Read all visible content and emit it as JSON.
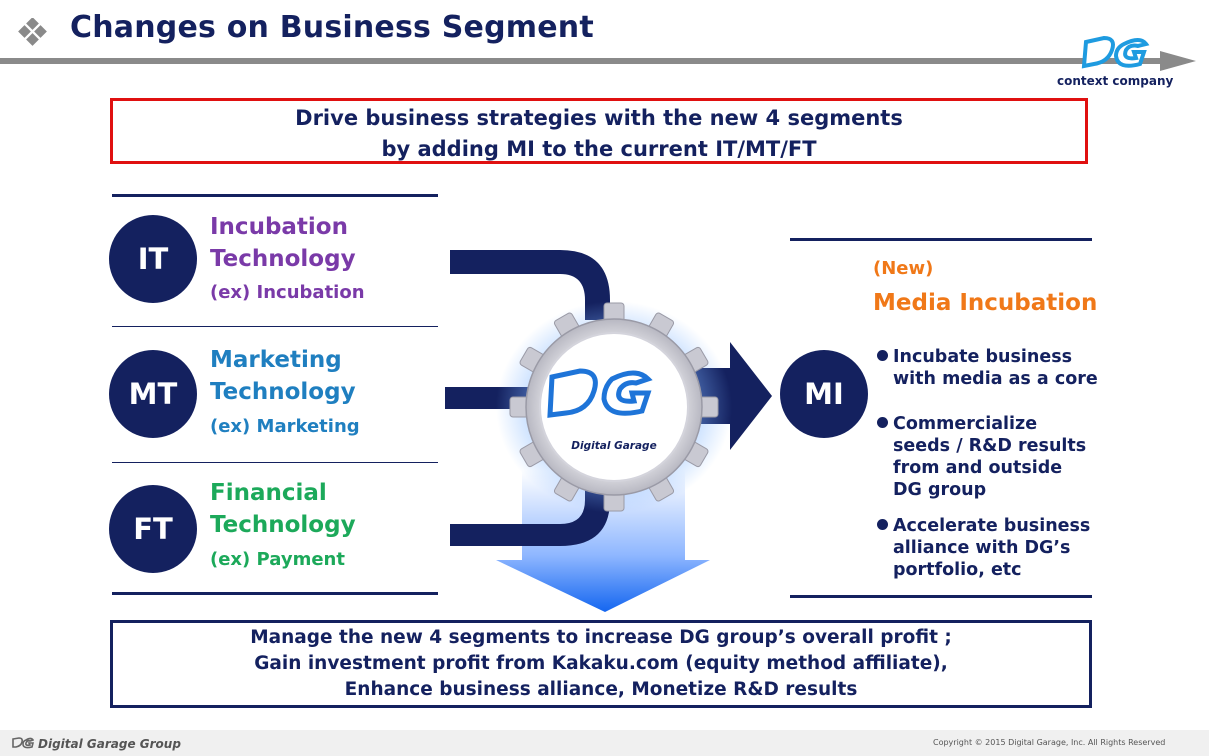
{
  "header": {
    "title": "Changes on Business Segment",
    "logo_text": "context company"
  },
  "headline": {
    "line1": "Drive business strategies with the new 4 segments",
    "line2": "by adding MI to the current IT/MT/FT"
  },
  "segments": [
    {
      "code": "IT",
      "name1": "Incubation",
      "name2": "Technology",
      "ex": "(ex) Incubation",
      "color": "#7a3aa8"
    },
    {
      "code": "MT",
      "name1": "Marketing",
      "name2": "Technology",
      "ex": "(ex) Marketing",
      "color": "#1f7fc0"
    },
    {
      "code": "FT",
      "name1": "Financial",
      "name2": "Technology",
      "ex": "(ex) Payment",
      "color": "#1ca95a"
    }
  ],
  "hub": {
    "label": "Digital Garage"
  },
  "new_segment": {
    "badge": "(New)",
    "title": "Media Incubation",
    "code": "MI",
    "color": "#f07818",
    "bullets": [
      {
        "line1": "Incubate business",
        "line2": "with media as a core"
      },
      {
        "line1": "Commercialize",
        "line2": "seeds / R&D results",
        "line3": "from and outside",
        "line4": "DG group"
      },
      {
        "line1": "Accelerate business",
        "line2": "alliance with DG’s",
        "line3": "portfolio, etc"
      }
    ]
  },
  "summary": {
    "line1": "Manage the new 4 segments to increase DG group’s overall profit ;",
    "line2": "Gain investment profit from Kakaku.com (equity method affiliate),",
    "line3": "Enhance business alliance, Monetize R&D results"
  },
  "footer": {
    "left": "Digital Garage Group",
    "right": "Copyright © 2015 Digital Garage, Inc. All Rights Reserved"
  },
  "colors": {
    "navy": "#14215f",
    "accent_red": "#e01010"
  }
}
